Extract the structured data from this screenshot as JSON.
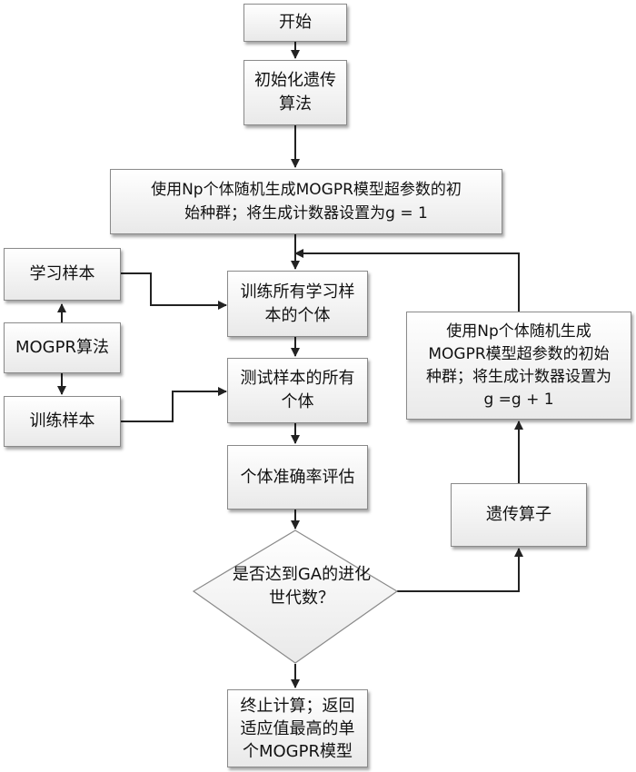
{
  "nodes": {
    "start": "开始",
    "init_ga": "初始化遗传\n算法",
    "init_pop": "使用Np个体随机生成MOGPR模型超参数的初\n始种群；将生成计数器设置为g = 1",
    "learn_samples": "学习样本",
    "mogpr_algo": "MOGPR算法",
    "train_samples": "训练样本",
    "train_all": "训练所有学习样\n本的个体",
    "test_all": "测试样本的所有\n个体",
    "accuracy": "个体准确率评估",
    "decision": "是否达到GA的进化\n世代数？",
    "terminate": "终止计算；返回\n适应值最高的单\n个MOGPR模型",
    "genetic_ops": "遗传算子",
    "regen_pop": "使用Np个体随机生成\nMOGPR模型超参数的初始\n种群；将生成计数器设置为\ng =g + 1"
  }
}
